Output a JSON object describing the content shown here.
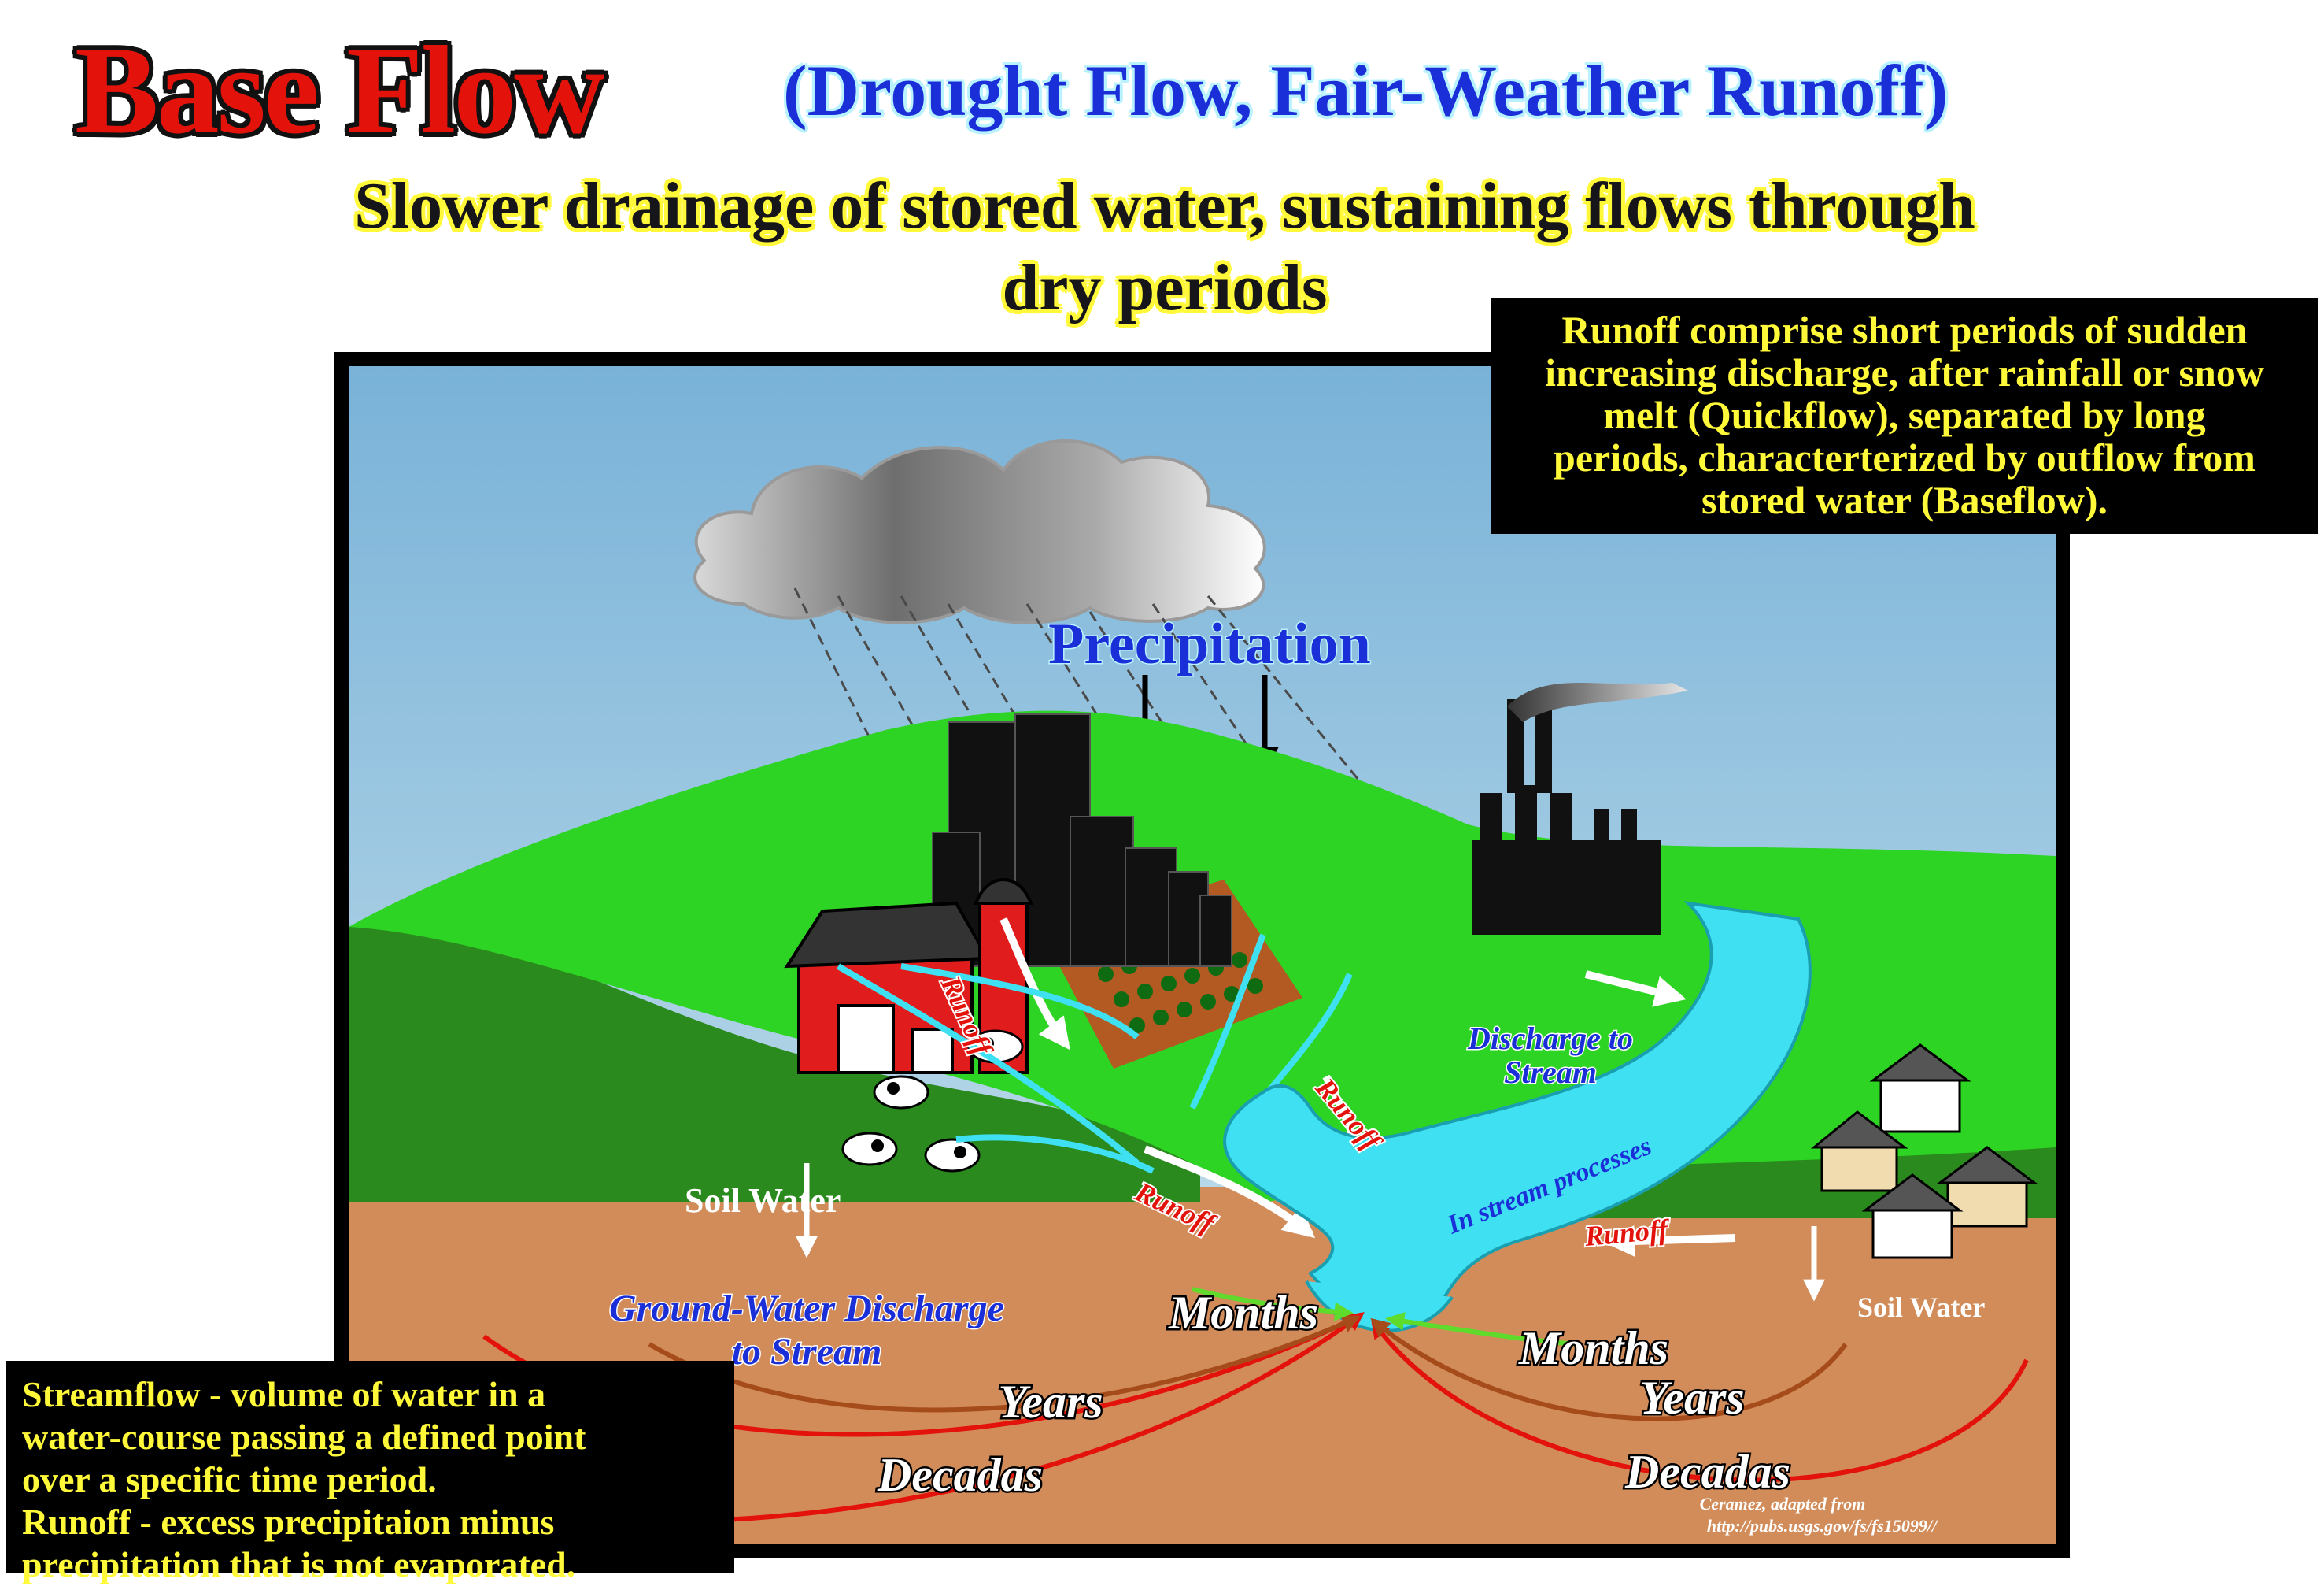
{
  "header": {
    "title": "Base Flow",
    "subtitle": "(Drought Flow, Fair-Weather Runoff)",
    "tagline_line1": "Slower drainage of stored water, sustaining flows through",
    "tagline_line2": "dry periods"
  },
  "runoff_box": {
    "line1": "Runoff comprise short periods of sudden",
    "line2": "increasing discharge, after rainfall or snow",
    "line3": "melt (Quickflow), separated by long",
    "line4": "periods, characterterized by outflow from",
    "line5": "stored water (Baseflow)."
  },
  "definitions_box": {
    "line1": "Streamflow - volume of  water in a",
    "line2": "water-course passing a defined point",
    "line3": "over a specific time period.",
    "line4": "Runoff - excess precipitaion minus",
    "line5": "precipitation that is not evaporated."
  },
  "diagram": {
    "precipitation": "Precipitation",
    "runoff_label": "Runoff",
    "discharge_line1": "Discharge to",
    "discharge_line2": "Stream",
    "in_stream": "In stream processes",
    "soil_water": "Soil Water",
    "gw_line1": "Ground-Water Discharge",
    "gw_line2": "to Stream",
    "months": "Months",
    "years": "Years",
    "decadas": "Decadas",
    "credit_line1": "Ceramez, adapted from",
    "credit_line2": "http://pubs.usgs.gov/fs/fs15099//"
  },
  "colors": {
    "title": "#e3130c",
    "subtitle": "#1b2fd8",
    "tagline_glow": "#fff93a",
    "sky_top": "#79b2d8",
    "sky_bottom": "#cfe6ee",
    "grass": "#2dd424",
    "dark_grass": "#2a8a1d",
    "soil": "#d18c5a",
    "water": "#3fe0f2",
    "barn": "#e01c1c"
  }
}
